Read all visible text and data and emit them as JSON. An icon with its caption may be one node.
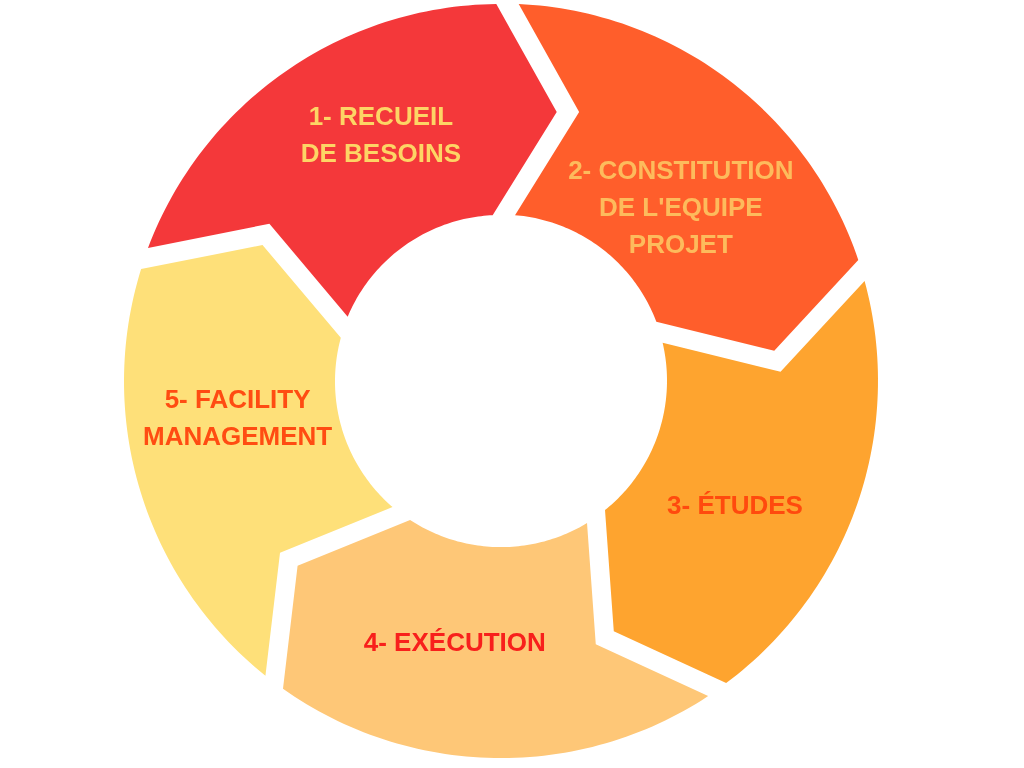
{
  "diagram": {
    "nodes": [
      {
        "text": [
          "1- RECUEIL DE BESOINS"
        ]
      },
      {
        "text": [
          "2- CONSTITUTION DE L'EQUIPE PROJET"
        ]
      },
      {
        "text": [
          "3- ÉTUDES"
        ]
      },
      {
        "text": [
          "4- EXÉCUTION"
        ]
      },
      {
        "text": [
          "5- FACILITY MANAGEMENT"
        ]
      }
    ]
  }
}
